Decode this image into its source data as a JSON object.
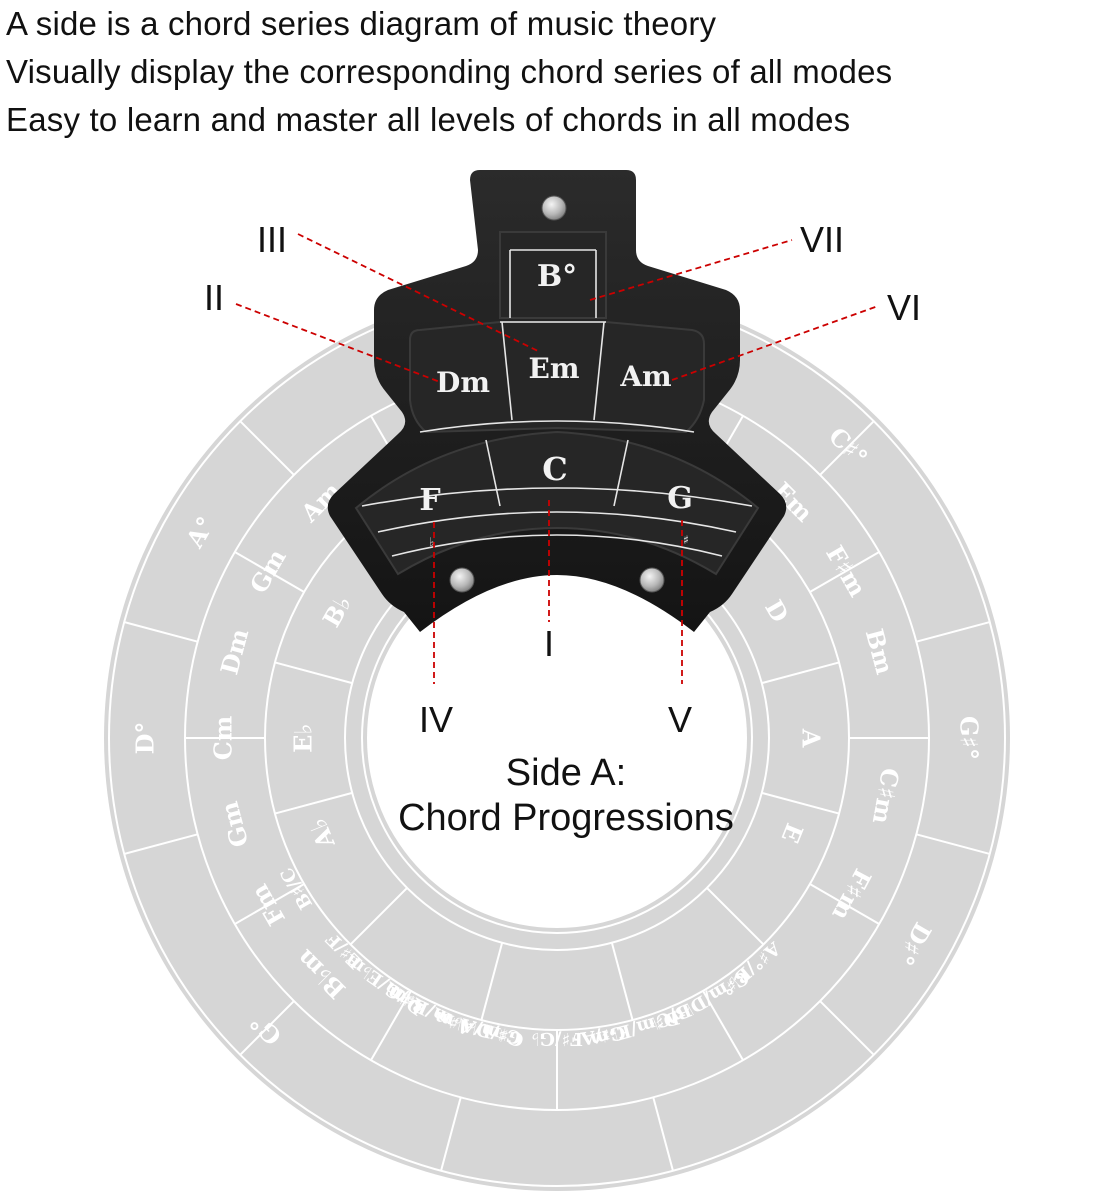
{
  "headlines": [
    "A side is a chord series diagram of music theory",
    "Visually display the corresponding chord series of all modes",
    "Easy to learn and master all levels of chords in all modes"
  ],
  "side_label": {
    "line1": "Side A:",
    "line2": "Chord Progressions"
  },
  "colors": {
    "wheel": "#d6d6d6",
    "cap": "#1c1c1c",
    "cap_inner": "#2a2a2a",
    "guide": "#cc0000"
  },
  "cap": {
    "top": "B°",
    "middle": [
      "Dm",
      "Em",
      "Am"
    ],
    "bottom": [
      "F",
      "C",
      "G"
    ],
    "flat_mark": "♭",
    "sharp_mark": "♯"
  },
  "romans": {
    "I": "I",
    "II": "II",
    "III": "III",
    "IV": "IV",
    "V": "V",
    "VI": "VI",
    "VII": "VII"
  },
  "wheel_visible": {
    "inner_ring": [
      "B♭",
      "E♭",
      "A♭",
      "D",
      "A",
      "E"
    ],
    "middle_ring": [
      "Am",
      "Gm",
      "Dm",
      "Cm",
      "Gm",
      "Fm",
      "B♭m",
      "Em",
      "F♯m",
      "Bm",
      "C♯m",
      "F♯m"
    ],
    "outer_ring": [
      "C♯°",
      "G♯°",
      "D♯°",
      "A°",
      "D°",
      "G°"
    ],
    "slash_chords": [
      "A♯/C",
      "C♯/D♭",
      "G♯/A♭",
      "B/C♭",
      "F♯/G♭",
      "C♯m/D♭m",
      "D♯m/E♭m",
      "G♯m/A♭m",
      "A♯m/B♭m",
      "D♯m/E♭m",
      "E♯/F",
      "B♯/C",
      "A♯°/B♭°"
    ]
  }
}
